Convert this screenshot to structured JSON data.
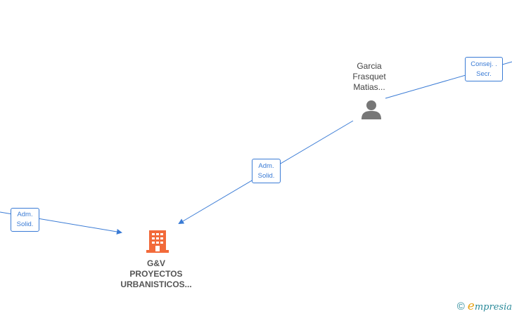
{
  "nodes": {
    "person": {
      "lines": [
        "Garcia",
        "Frasquet",
        "Matias..."
      ]
    },
    "company": {
      "lines": [
        "G&V",
        "PROYECTOS",
        "URBANISTICOS..."
      ]
    }
  },
  "edges": {
    "left_role": [
      "Adm.",
      "Solid."
    ],
    "person_role": [
      "Adm.",
      "Solid."
    ],
    "top_role": [
      "Consej. .",
      "Secr."
    ]
  },
  "colors": {
    "edge": "#3a7bd5",
    "company_icon": "#f26a3a",
    "person_icon": "#777777"
  },
  "footer": {
    "copyright": "©",
    "brand_initial": "e",
    "brand_rest": "mpresia"
  }
}
